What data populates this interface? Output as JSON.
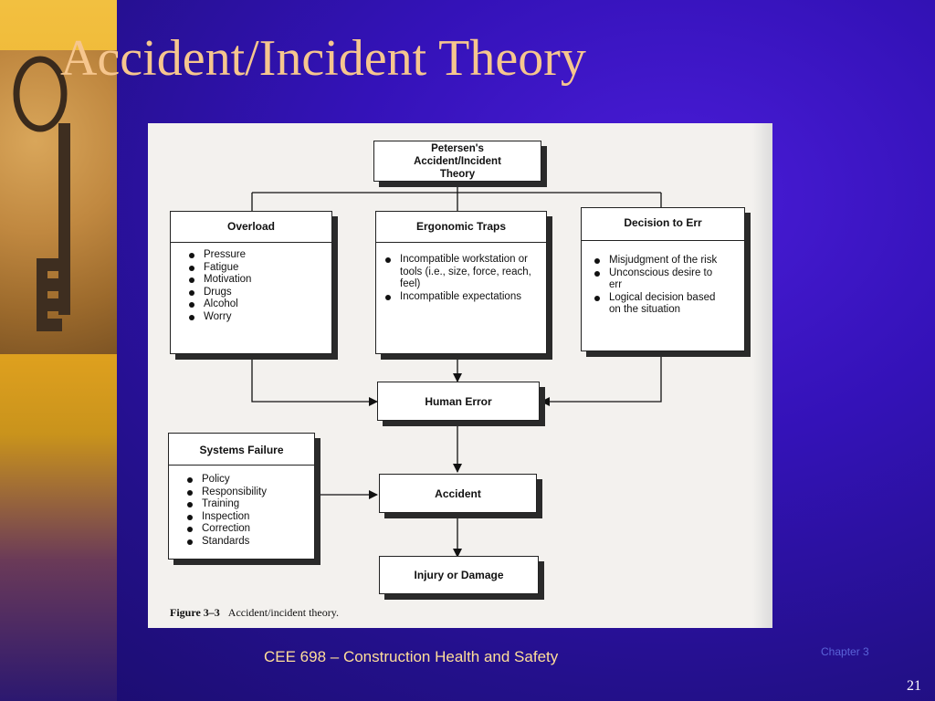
{
  "slide": {
    "title": "Accident/Incident Theory",
    "footer": "CEE 698 – Construction Health and Safety",
    "chapter": "Chapter 3",
    "page_number": "21"
  },
  "figure": {
    "top": {
      "line1": "Petersen's",
      "line2": "Accident/Incident",
      "line3": "Theory"
    },
    "overload": {
      "title": "Overload",
      "items": [
        "Pressure",
        "Fatigue",
        "Motivation",
        "Drugs",
        "Alcohol",
        "Worry"
      ]
    },
    "ergonomic_traps": {
      "title": "Ergonomic Traps",
      "items": [
        "Incompatible workstation or tools (i.e., size, force, reach, feel)",
        "Incompatible expectations"
      ]
    },
    "decision_to_err": {
      "title": "Decision to Err",
      "items": [
        "Misjudgment of the risk",
        "Unconscious desire to err",
        "Logical decision based on the situation"
      ]
    },
    "human_error": "Human Error",
    "systems_failure": {
      "title": "Systems Failure",
      "items": [
        "Policy",
        "Responsibility",
        "Training",
        "Inspection",
        "Correction",
        "Standards"
      ]
    },
    "accident": "Accident",
    "injury": "Injury or Damage",
    "caption_label": "Figure 3–3",
    "caption_text": "Accident/incident theory."
  }
}
